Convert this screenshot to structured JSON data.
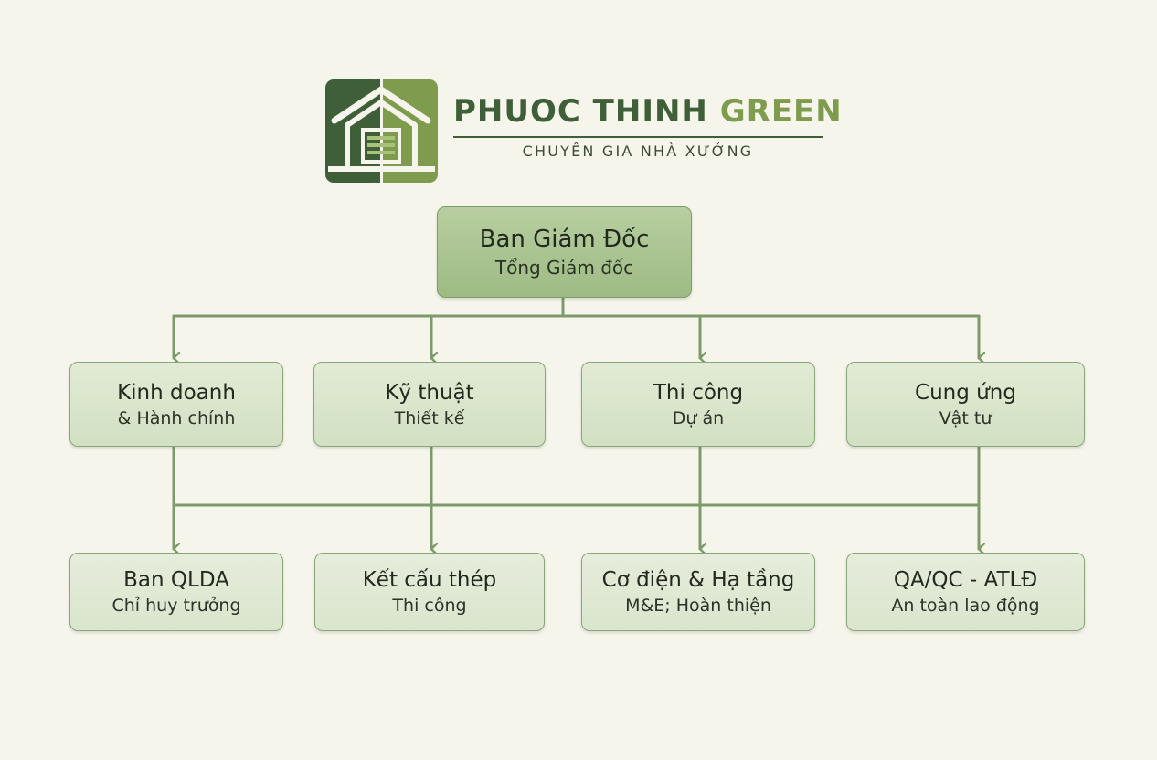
{
  "brand": {
    "name_part1": "PHUOC THINH",
    "name_part2": "GREEN",
    "tagline": "CHUYÊN GIA NHÀ XƯỞNG"
  },
  "colors": {
    "dark_green": "#3f5f38",
    "light_green": "#7f9b4e",
    "node_fill": "#d8e4ca",
    "top_node_fill": "#a9c38f",
    "connector": "#7d9a6a",
    "background": "#f6f5ec"
  },
  "chart": {
    "root": {
      "title": "Ban Giám Đốc",
      "subtitle": "Tổng Giám đốc"
    },
    "departments": [
      {
        "title": "Kinh doanh",
        "subtitle": "& Hành chính"
      },
      {
        "title": "Kỹ thuật",
        "subtitle": "Thiết kế"
      },
      {
        "title": "Thi công",
        "subtitle": "Dự án"
      },
      {
        "title": "Cung ứng",
        "subtitle": "Vật tư"
      }
    ],
    "units": [
      {
        "title": "Ban QLDA",
        "subtitle": "Chỉ huy trưởng"
      },
      {
        "title": "Kết cấu thép",
        "subtitle": "Thi công"
      },
      {
        "title": "Cơ điện & Hạ tầng",
        "subtitle": "M&E; Hoàn thiện"
      },
      {
        "title": "QA/QC - ATLĐ",
        "subtitle": "An toàn lao động"
      }
    ]
  }
}
